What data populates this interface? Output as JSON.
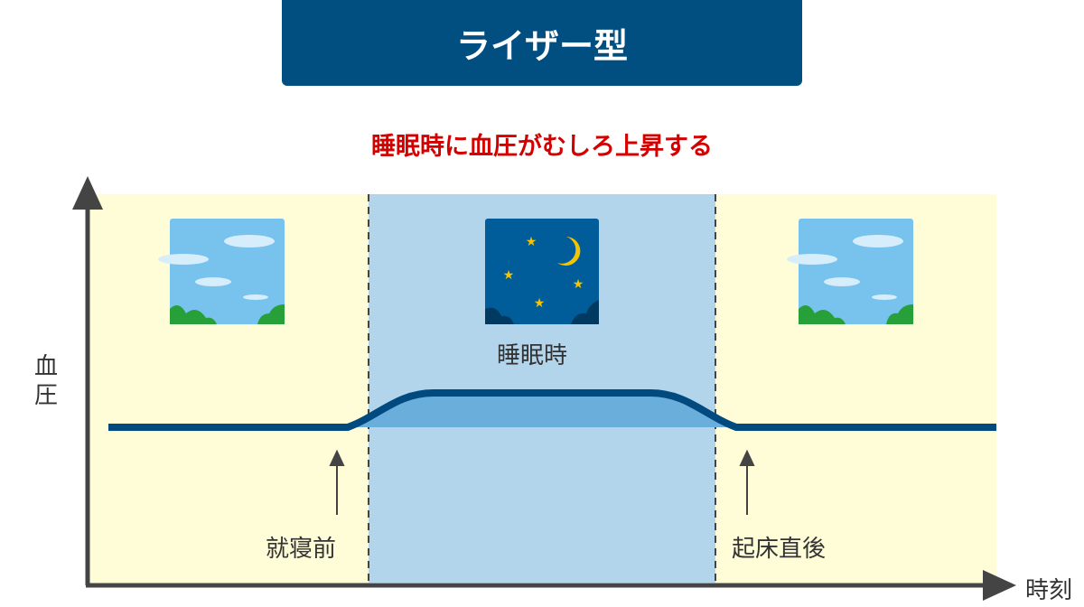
{
  "title": "ライザー型",
  "subtitle": "睡眠時に血圧がむしろ上昇する",
  "axes": {
    "y_label": "血圧",
    "x_label": "時刻"
  },
  "phases": {
    "sleep": "睡眠時",
    "before_sleep": "就寝前",
    "after_wake": "起床直後"
  },
  "colors": {
    "title_bg": "#004f80",
    "subtitle": "#d40000",
    "day_bg": "#fffcd8",
    "sleep_bg": "#b3d5ec",
    "line": "#004a80",
    "rise_fill": "#6aaedc"
  },
  "icons": [
    "day-sky-icon",
    "night-sky-icon",
    "day-sky-icon"
  ]
}
